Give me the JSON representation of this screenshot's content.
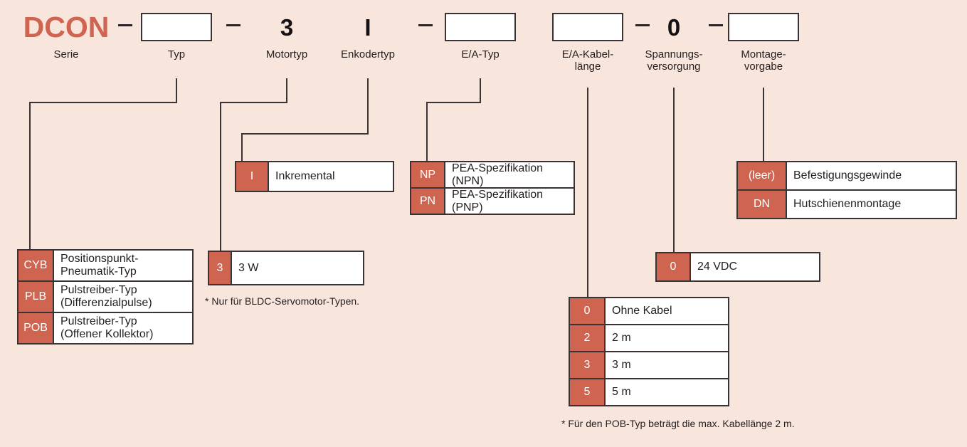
{
  "model_code": {
    "segments": [
      {
        "value": "DCON",
        "caption": "Serie",
        "kind": "series"
      },
      {
        "value": "",
        "caption": "Typ",
        "kind": "blank"
      },
      {
        "value": "3",
        "caption": "Motortyp",
        "kind": "fixed"
      },
      {
        "value": "I",
        "caption": "Enkodertyp",
        "kind": "fixed"
      },
      {
        "value": "",
        "caption": "E/A-Typ",
        "kind": "blank"
      },
      {
        "value": "",
        "caption": "E/A-Kabel-\nlänge",
        "kind": "blank"
      },
      {
        "value": "0",
        "caption": "Spannungs-\nversorgung",
        "kind": "fixed"
      },
      {
        "value": "",
        "caption": "Montage-\nvorgabe",
        "kind": "blank"
      }
    ],
    "separator": "–"
  },
  "tables": {
    "typ": {
      "title": "Typ",
      "rows": [
        {
          "code": "CYB",
          "desc": "Positionspunkt-\nPneumatik-Typ"
        },
        {
          "code": "PLB",
          "desc": "Pulstreiber-Typ\n(Differenzialpulse)"
        },
        {
          "code": "POB",
          "desc": "Pulstreiber-Typ\n(Offener Kollektor)"
        }
      ]
    },
    "motortyp": {
      "title": "Motortyp",
      "rows": [
        {
          "code": "3",
          "desc": "3 W"
        }
      ],
      "note": "* Nur für BLDC-Servomotor-Typen."
    },
    "enkodertyp": {
      "title": "Enkodertyp",
      "rows": [
        {
          "code": "I",
          "desc": "Inkremental"
        }
      ]
    },
    "ea_typ": {
      "title": "E/A-Typ",
      "rows": [
        {
          "code": "NP",
          "desc": "PEA-Spezifikation (NPN)"
        },
        {
          "code": "PN",
          "desc": "PEA-Spezifikation (PNP)"
        }
      ]
    },
    "kabellaenge": {
      "title": "E/A-Kabellänge",
      "rows": [
        {
          "code": "0",
          "desc": "Ohne Kabel"
        },
        {
          "code": "2",
          "desc": "2 m"
        },
        {
          "code": "3",
          "desc": "3 m"
        },
        {
          "code": "5",
          "desc": "5 m"
        }
      ],
      "note": "* Für den POB-Typ beträgt die max. Kabellänge 2 m."
    },
    "spannung": {
      "title": "Spannungsversorgung",
      "rows": [
        {
          "code": "0",
          "desc": "24 VDC"
        }
      ]
    },
    "montage": {
      "title": "Montagevorgabe",
      "rows": [
        {
          "code": "(leer)",
          "desc": "Befestigungsgewinde"
        },
        {
          "code": "DN",
          "desc": "Hutschienenmontage"
        }
      ]
    }
  },
  "colors": {
    "background": "#f8e5dc",
    "accent": "#cf6450",
    "line": "#3a3234",
    "text": "#231f20",
    "cell_bg": "#ffffff"
  }
}
